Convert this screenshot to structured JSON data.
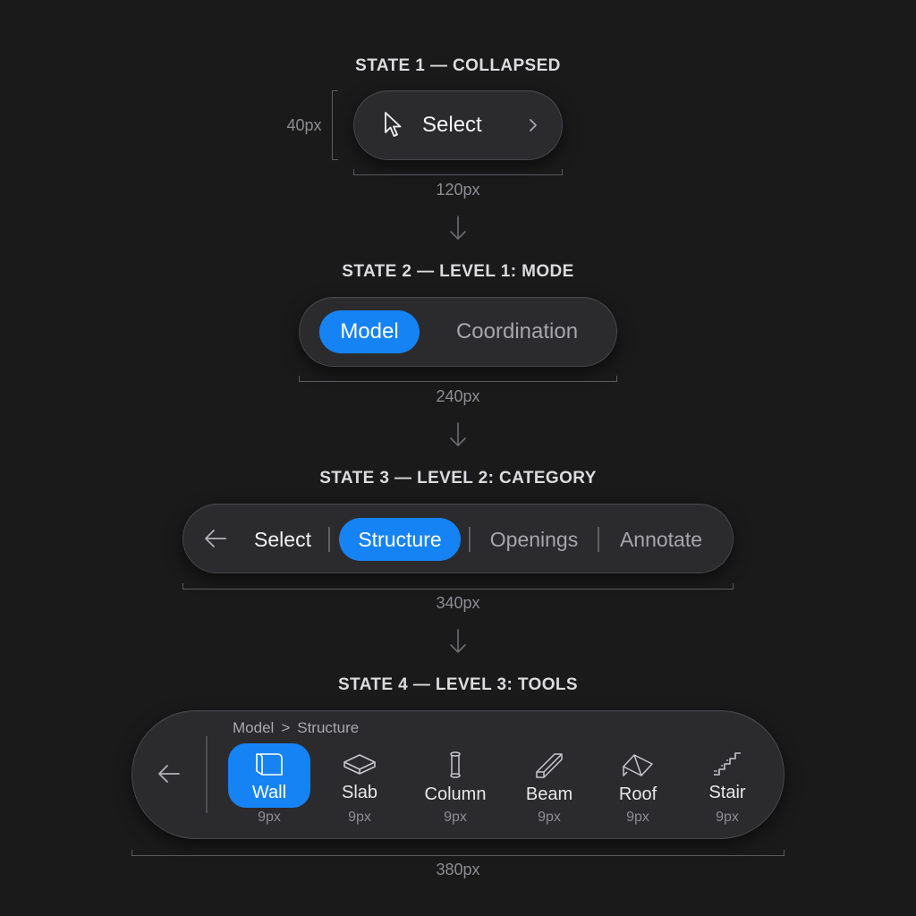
{
  "state1": {
    "title": "STATE 1 — COLLAPSED",
    "label": "Select",
    "height_label": "40px",
    "width_label": "120px"
  },
  "state2": {
    "title": "STATE 2 — LEVEL 1: MODE",
    "options": [
      "Model",
      "Coordination"
    ],
    "active": "Model",
    "width_label": "240px"
  },
  "state3": {
    "title": "STATE 3 — LEVEL 2: CATEGORY",
    "items": [
      "Select",
      "Structure",
      "Openings",
      "Annotate"
    ],
    "active": "Structure",
    "width_label": "340px"
  },
  "state4": {
    "title": "STATE 4 — LEVEL 3: TOOLS",
    "breadcrumb": [
      "Model",
      "Structure"
    ],
    "breadcrumb_sep": ">",
    "tools": [
      {
        "label": "Wall",
        "sub": "9px",
        "icon": "wall-icon"
      },
      {
        "label": "Slab",
        "sub": "9px",
        "icon": "slab-icon"
      },
      {
        "label": "Column",
        "sub": "9px",
        "icon": "column-icon"
      },
      {
        "label": "Beam",
        "sub": "9px",
        "icon": "beam-icon"
      },
      {
        "label": "Roof",
        "sub": "9px",
        "icon": "roof-icon"
      },
      {
        "label": "Stair",
        "sub": "9px",
        "icon": "stair-icon"
      }
    ],
    "active": "Wall",
    "width_label": "380px"
  },
  "colors": {
    "background": "#1a1a1b",
    "pill": "#2b2b2e",
    "accent": "#1683f5"
  }
}
